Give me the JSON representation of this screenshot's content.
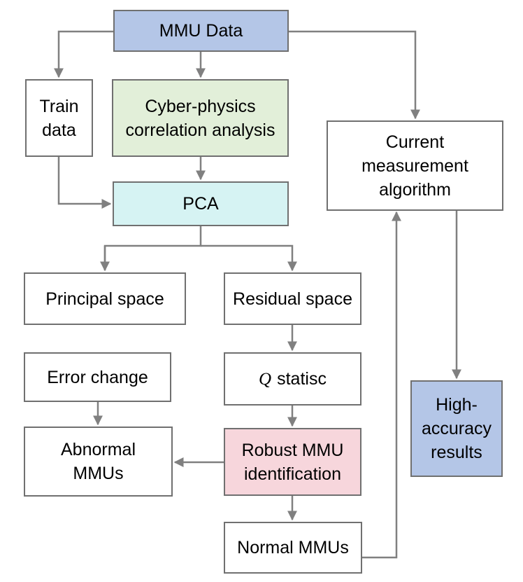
{
  "nodes": {
    "mmu_data": "MMU Data",
    "train_data": "Train\ndata",
    "cyber_physics": "Cyber-physics\ncorrelation analysis",
    "pca": "PCA",
    "principal_space": "Principal space",
    "residual_space": "Residual space",
    "error_change": "Error change",
    "q_symbol": "Q",
    "q_statistic": "statisc",
    "abnormal_mmus": "Abnormal\nMMUs",
    "robust_mmu": "Robust MMU\nidentification",
    "normal_mmus": "Normal MMUs",
    "current_measurement": "Current\nmeasurement\nalgorithm",
    "high_accuracy": "High-\naccuracy\nresults"
  },
  "colors": {
    "mmu_data": "#b4c6e7",
    "cyber_physics": "#e2efd9",
    "pca": "#d6f3f3",
    "robust_mmu": "#f7d6dc",
    "high_accuracy": "#b4c6e7",
    "edge": "#808080",
    "cycle_arrows": "#c00000"
  }
}
